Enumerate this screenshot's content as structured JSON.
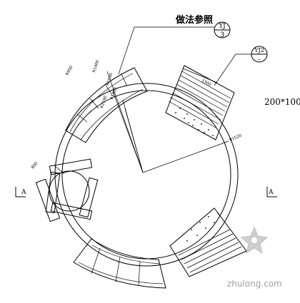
{
  "labels": {
    "method_ref": "做法参照",
    "ref_a_top": "YJ",
    "ref_a_bottom": "3",
    "ref_b_top": "YJ2",
    "ref_b_bottom": "-",
    "size_note": "200*100",
    "dim_1500": "1500",
    "dim_r950": "R950",
    "dim_r1400": "R1400",
    "dim_r1530": "R1530",
    "dim_r1400b": "R1400",
    "dim_r1190": "R1190",
    "dim_r1520": "R1520",
    "dim_800": "800",
    "section_left": "A",
    "section_right": "A"
  },
  "watermark": {
    "text": "zhulong.com",
    "color": "#9e9e9e"
  }
}
